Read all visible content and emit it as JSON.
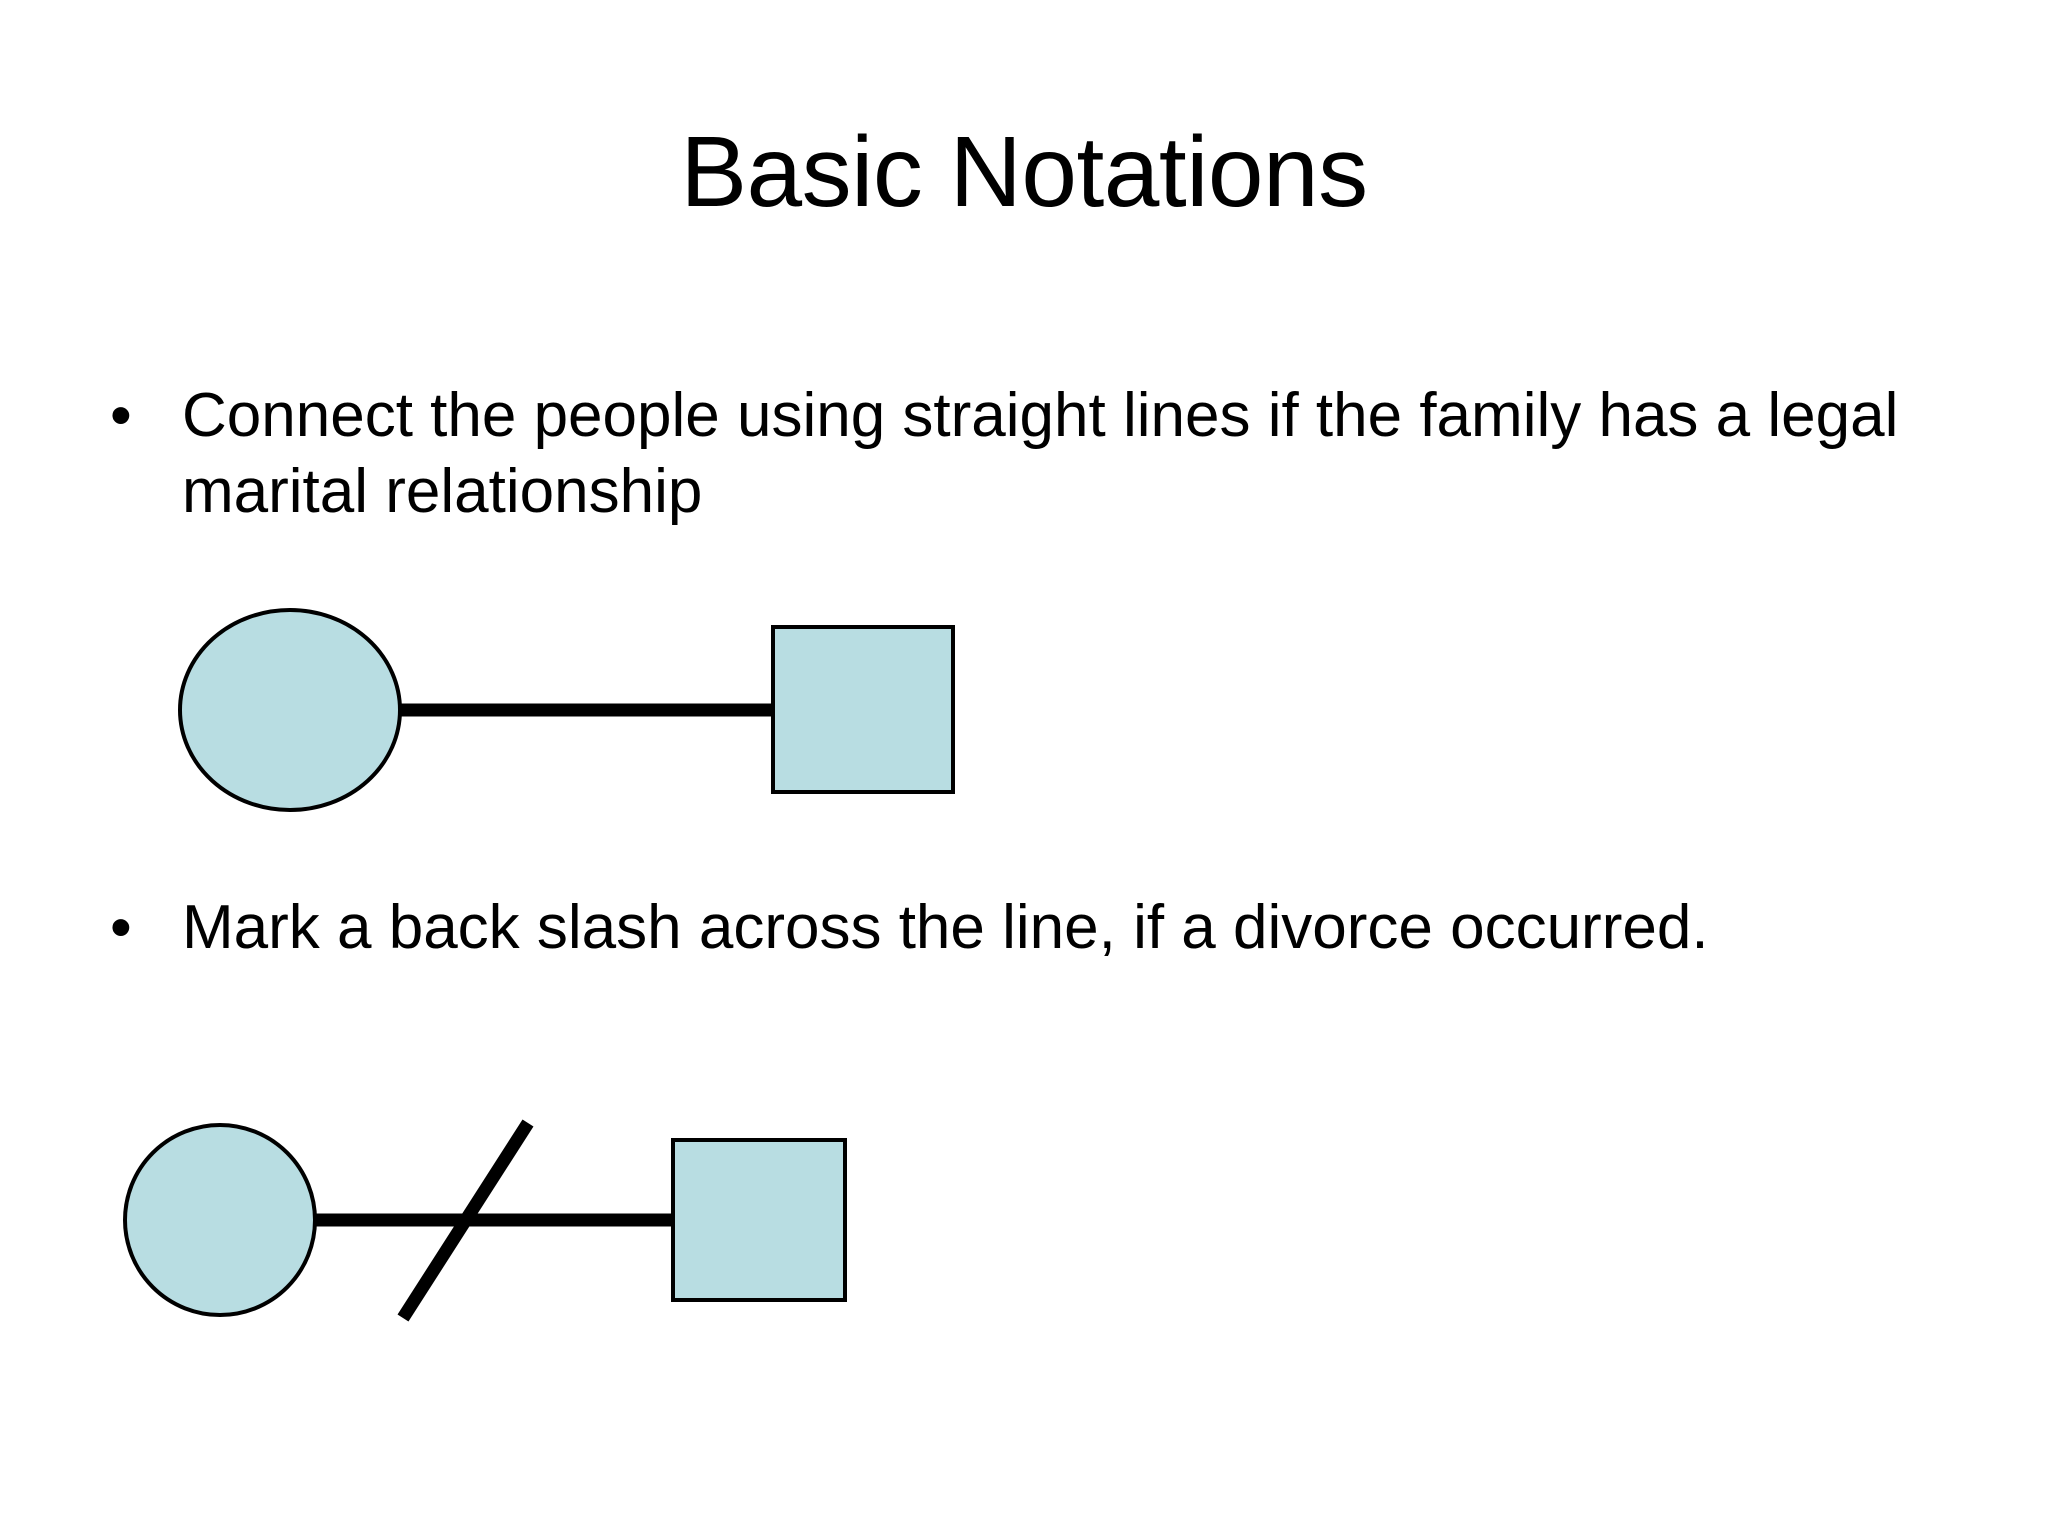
{
  "slide": {
    "title": "Basic Notations",
    "background_color": "#ffffff",
    "text_color": "#000000"
  },
  "bullets": [
    {
      "marker": "•",
      "text": "Connect the people using straight lines if the family has a legal marital relationship"
    },
    {
      "marker": "•",
      "text": "Mark a back slash across the line, if a divorce occurred."
    }
  ],
  "diagrams": [
    {
      "name": "marriage-notation",
      "shapes": [
        "female-circle",
        "relationship-line",
        "male-square"
      ],
      "fill_color": "#b8dde2",
      "stroke_color": "#000000",
      "line_color": "#000000",
      "has_divorce_slash": false
    },
    {
      "name": "divorce-notation",
      "shapes": [
        "female-circle",
        "relationship-line",
        "divorce-slash",
        "male-square"
      ],
      "fill_color": "#b8dde2",
      "stroke_color": "#000000",
      "line_color": "#000000",
      "has_divorce_slash": true
    }
  ],
  "colors": {
    "shape_fill": "#b8dde2",
    "shape_stroke": "#000000",
    "connector": "#000000",
    "background": "#ffffff"
  }
}
